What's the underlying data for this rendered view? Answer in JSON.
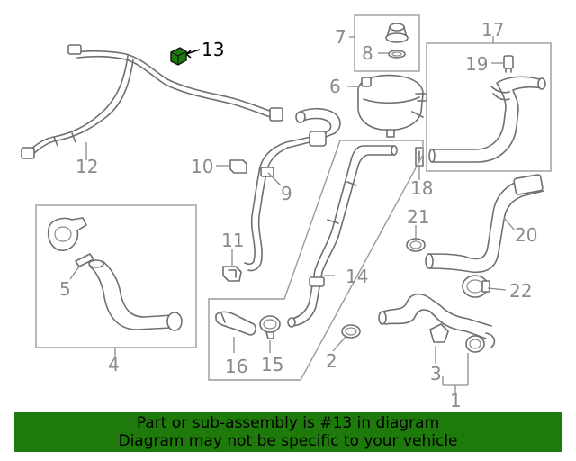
{
  "diagram": {
    "highlight_color": "#1f7a0c",
    "callouts": [
      "13",
      "7",
      "8",
      "6",
      "17",
      "19",
      "12",
      "10",
      "9",
      "18",
      "11",
      "14",
      "21",
      "20",
      "5",
      "22",
      "4",
      "16",
      "15",
      "2",
      "3",
      "1"
    ],
    "highlighted": "13"
  },
  "banner": {
    "line1": "Part or sub-assembly is #13 in diagram",
    "line2": "Diagram may not be specific to your vehicle",
    "background": "#1f7a0c"
  }
}
